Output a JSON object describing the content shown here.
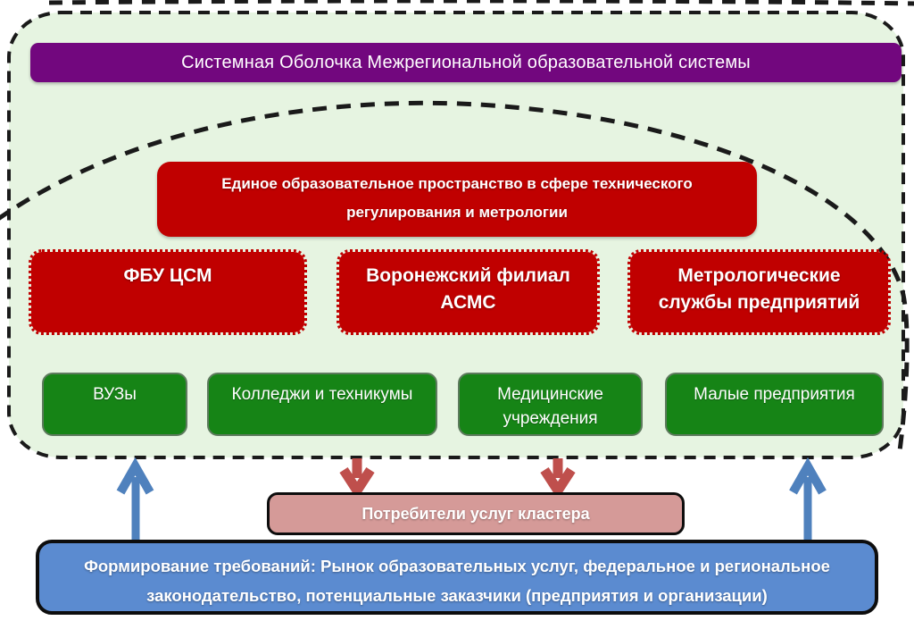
{
  "colors": {
    "page_bg": "#ffffff",
    "container_fill": "#e6f4e1",
    "dash": "#1a1a1a",
    "banner_bg": "#72077e",
    "red_box": "#c00000",
    "green_box": "#168416",
    "green_border": "#5e7a5e",
    "pink_box": "#d59a98",
    "blue_box": "#5b8bd0",
    "box_border": "#0d0d0d",
    "arrow_blue": "#4f81bd",
    "arrow_red": "#bf4f4c"
  },
  "banner": {
    "label": "Системная Оболочка Межрегиональной образовательной системы"
  },
  "unified_space": {
    "lines": [
      "Единое образовательное пространство в  сфере технического",
      "регулирования и метрологии"
    ]
  },
  "providers": [
    {
      "label": "ФБУ ЦСМ"
    },
    {
      "label": "Воронежский филиал АСМС"
    },
    {
      "label": "Метрологические службы предприятий"
    }
  ],
  "institutions": [
    {
      "label": "ВУЗы"
    },
    {
      "label": "Колледжи и техникумы"
    },
    {
      "label": "Медицинские учреждения"
    },
    {
      "label": "Малые предприятия"
    }
  ],
  "consumers": {
    "label": "Потребители услуг кластера"
  },
  "requirements": {
    "lines": [
      "Формирование требований: Рынок образовательных услуг, федеральное и региональное",
      "законодательство, потенциальные заказчики (предприятия и организации)"
    ]
  }
}
